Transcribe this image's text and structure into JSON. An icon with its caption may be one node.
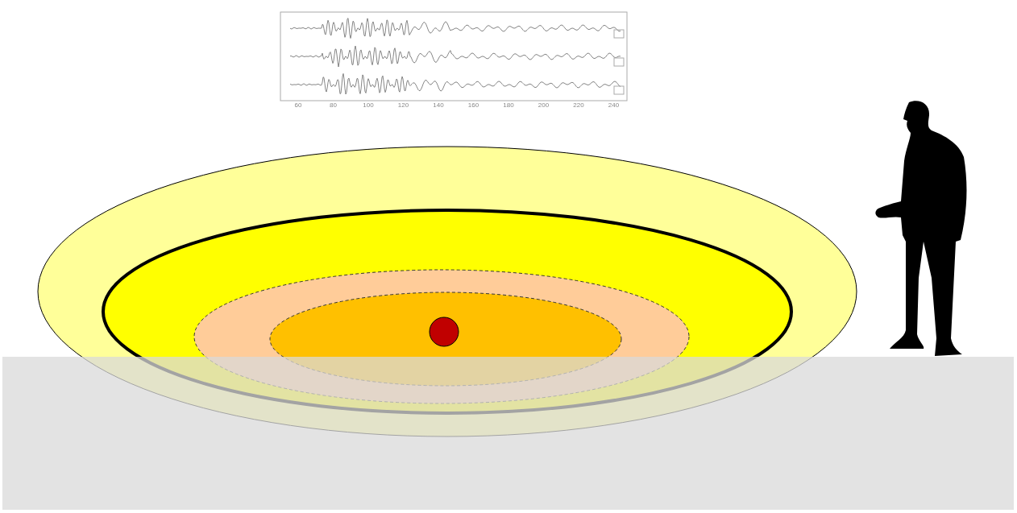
{
  "diagram": {
    "labels": [
      "60",
      "80",
      "100",
      "120",
      "140",
      "160",
      "180",
      "200",
      "220",
      "240"
    ]
  }
}
